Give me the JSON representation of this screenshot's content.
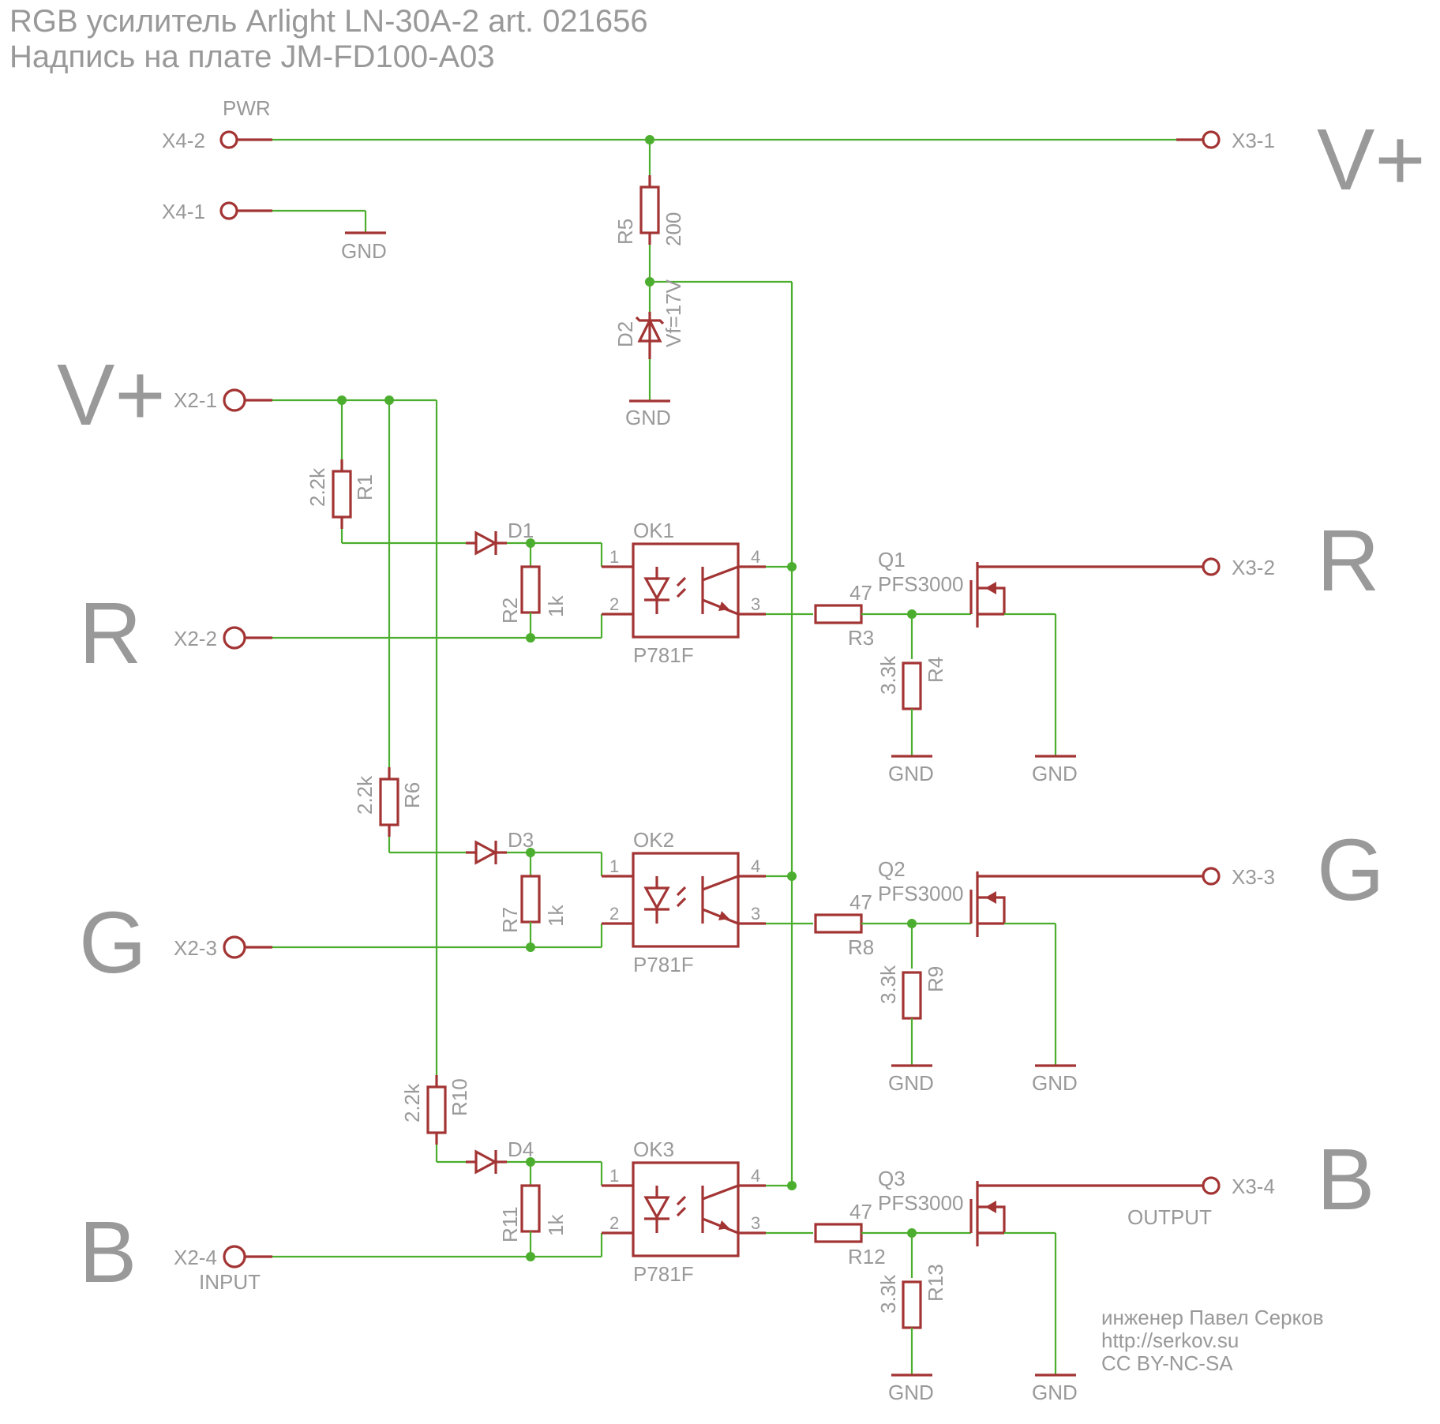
{
  "header": {
    "line1": "RGB усилитель Arlight LN-30A-2 art. 021656",
    "line2": "Надпись на плате JM-FD100-A03"
  },
  "power": {
    "pwr_label": "PWR",
    "x4_2": "X4-2",
    "x4_1": "X4-1",
    "x3_1": "X3-1",
    "vplus": "V+",
    "gnd": "GND",
    "r5_name": "R5",
    "r5_value": "200",
    "d2_name": "D2",
    "d2_value": "Vf=17V"
  },
  "input": {
    "vplus": "V+",
    "x2_1": "X2-1",
    "input_label": "INPUT",
    "output_label": "OUTPUT"
  },
  "channels": [
    {
      "color": "R",
      "in": "X2-2",
      "out": "X3-2",
      "rpull": "R1",
      "rpull_val": "2.2k",
      "diode": "D1",
      "rshunt": "R2",
      "rshunt_val": "1k",
      "opto": "OK1",
      "opto_part": "P781F",
      "rgate": "R3",
      "rgate_val": "47",
      "rgnd": "R4",
      "rgnd_val": "3.3k",
      "fet": "Q1",
      "fet_part": "PFS3000"
    },
    {
      "color": "G",
      "in": "X2-3",
      "out": "X3-3",
      "rpull": "R6",
      "rpull_val": "2.2k",
      "diode": "D3",
      "rshunt": "R7",
      "rshunt_val": "1k",
      "opto": "OK2",
      "opto_part": "P781F",
      "rgate": "R8",
      "rgate_val": "47",
      "rgnd": "R9",
      "rgnd_val": "3.3k",
      "fet": "Q2",
      "fet_part": "PFS3000"
    },
    {
      "color": "B",
      "in": "X2-4",
      "out": "X3-4",
      "rpull": "R10",
      "rpull_val": "2.2k",
      "diode": "D4",
      "rshunt": "R11",
      "rshunt_val": "1k",
      "opto": "OK3",
      "opto_part": "P781F",
      "rgate": "R12",
      "rgate_val": "47",
      "rgnd": "R13",
      "rgnd_val": "3.3k",
      "fet": "Q3",
      "fet_part": "PFS3000"
    }
  ],
  "pins": [
    "1",
    "2",
    "3",
    "4"
  ],
  "gnd": "GND",
  "credits": {
    "line1": "инженер Павел Серков",
    "line2": "http://serkov.su",
    "line3": "CC BY-NC-SA"
  },
  "colors": {
    "wire": "#4cae2e",
    "part": "#a33434",
    "text": "#999999"
  }
}
